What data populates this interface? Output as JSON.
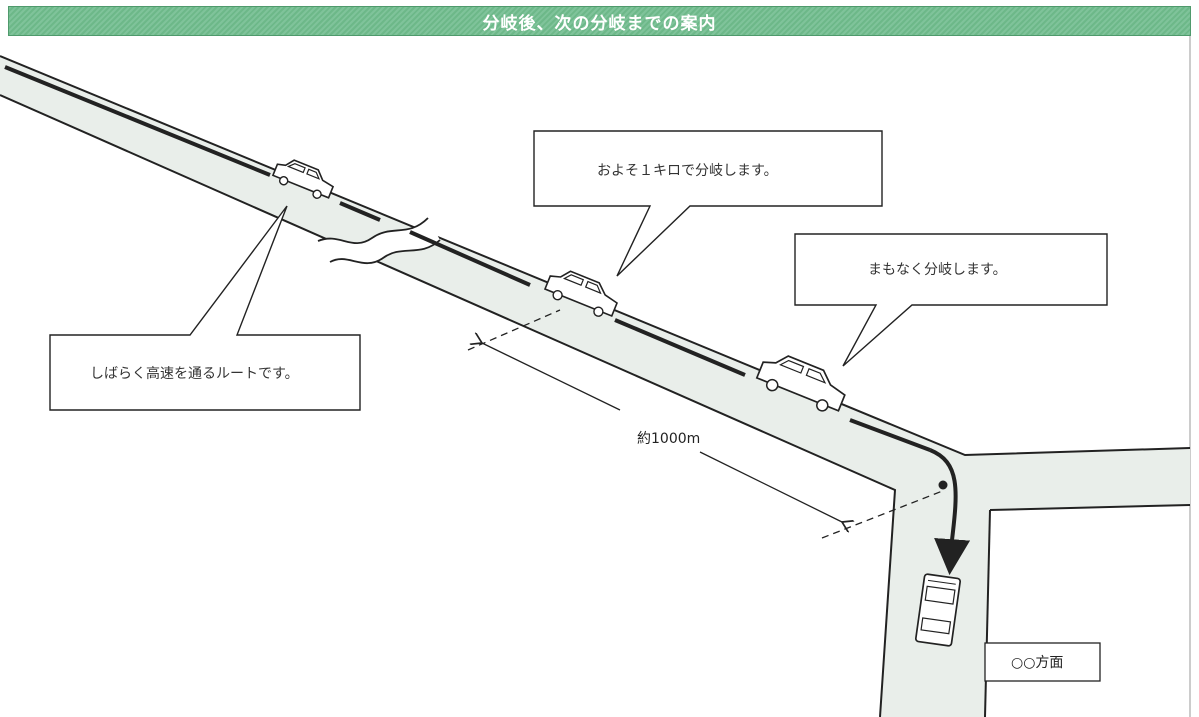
{
  "title": "分岐後、次の分岐までの案内",
  "bubbles": {
    "long_route": "しばらく高速を通るルートです。",
    "one_km": "およそ１キロで分岐します。",
    "soon": "まもなく分岐します。"
  },
  "distance_label": "約1000m",
  "destination_label": "○○方面",
  "colors": {
    "title_bar": "#7fc39a",
    "road": "#e9eeea",
    "line": "#222222"
  }
}
